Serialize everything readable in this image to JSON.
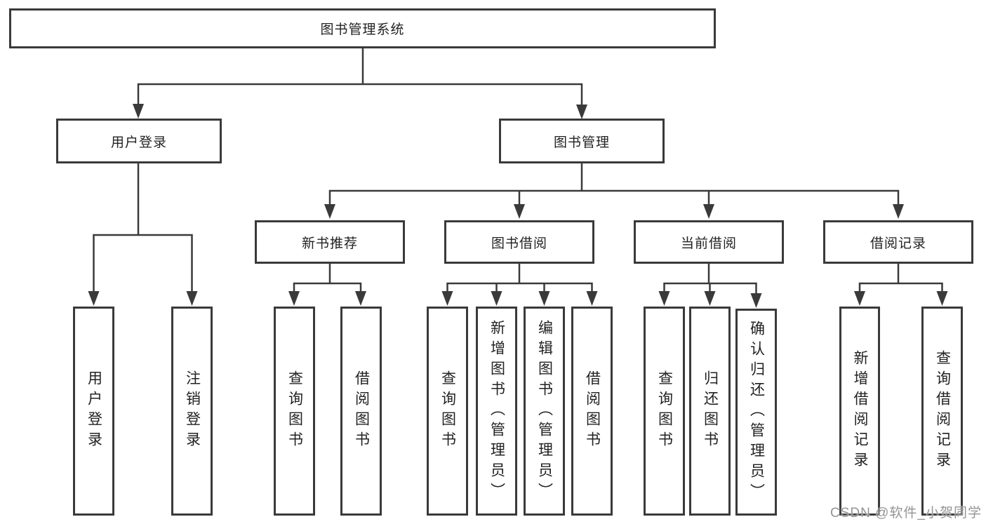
{
  "colors": {
    "line": "#3a3a3a",
    "text": "#222222",
    "background": "#ffffff",
    "watermark": "#949494"
  },
  "watermark": {
    "text": "CSDN @软件_小贺同学"
  },
  "tree": {
    "root": {
      "label": "图书管理系统"
    },
    "branches": [
      {
        "label": "用户登录",
        "children": [
          {
            "label": "用户登录"
          },
          {
            "label": "注销登录"
          }
        ]
      },
      {
        "label": "图书管理",
        "groups": [
          {
            "label": "新书推荐",
            "children": [
              {
                "label": "查询图书"
              },
              {
                "label": "借阅图书"
              }
            ]
          },
          {
            "label": "图书借阅",
            "children": [
              {
                "label": "查询图书"
              },
              {
                "label": "新增图书（管理员）"
              },
              {
                "label": "编辑图书（管理员）"
              },
              {
                "label": "借阅图书"
              }
            ]
          },
          {
            "label": "当前借阅",
            "children": [
              {
                "label": "查询图书"
              },
              {
                "label": "归还图书"
              },
              {
                "label": "确认归还（管理员）"
              }
            ]
          },
          {
            "label": "借阅记录",
            "children": [
              {
                "label": "新增借阅记录"
              },
              {
                "label": "查询借阅记录"
              }
            ]
          }
        ]
      }
    ]
  }
}
